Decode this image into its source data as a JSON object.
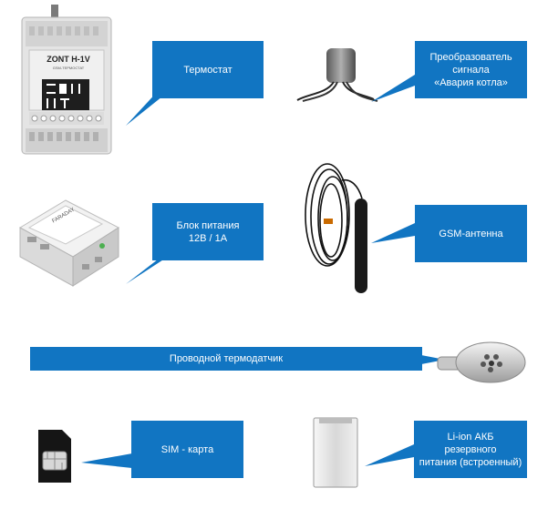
{
  "colors": {
    "callout": "#1175c2",
    "device_body": "#e6e6e6",
    "dark": "#1e1e1e"
  },
  "device": {
    "model": "ZONT H-1V",
    "subtitle": "GSM-ТЕРМОСТАТ",
    "logo": "ZONT"
  },
  "power_supply": {
    "brand": "FARADAY"
  },
  "labels": {
    "thermostat": "Термостат",
    "converter": "Преобразователь\nсигнала\n«Авария котла»",
    "power": "Блок питания\n12В / 1А",
    "gsm": "GSM-антенна",
    "sensor": "Проводной термодатчик",
    "sim": "SIM - карта",
    "battery": "Li-ion АКБ\nрезервного\nпитания (встроенный)"
  },
  "icons": [
    "thermostat-device-icon",
    "converter-device-icon",
    "power-supply-icon",
    "gsm-antenna-icon",
    "temperature-sensor-icon",
    "sim-card-icon",
    "battery-icon"
  ]
}
